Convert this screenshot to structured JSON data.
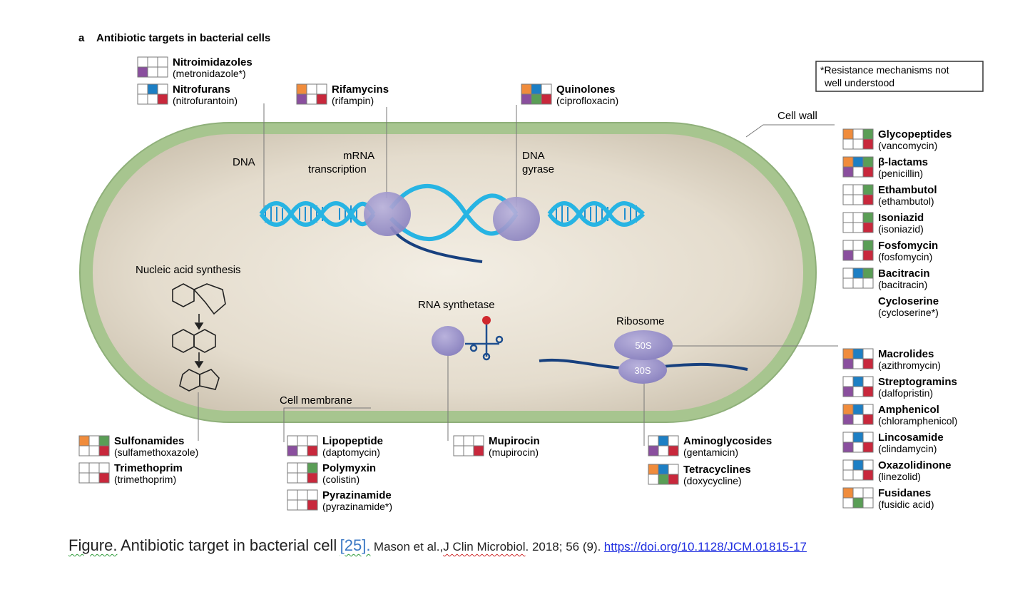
{
  "panel_label": "a",
  "title": "Antibiotic targets in bacterial cells",
  "note": [
    "*Resistance mechanisms not",
    "well understood"
  ],
  "cell_labels": {
    "cell_wall": "Cell wall",
    "cell_membrane": "Cell membrane",
    "dna": "DNA",
    "mrna": [
      "mRNA",
      "transcription"
    ],
    "dna_gyrase": [
      "DNA",
      "gyrase"
    ],
    "nucleic_acid_synthesis": "Nucleic acid synthesis",
    "rna_synthetase": "RNA synthetase",
    "ribosome": "Ribosome",
    "ribosome_50s": "50S",
    "ribosome_30s": "30S"
  },
  "mechanism_colors": {
    "orange": "#f08c3c",
    "blue": "#1d7fc4",
    "green": "#5a9e56",
    "purple": "#8a4f9e",
    "red": "#c8283c",
    "empty": "#ffffff",
    "grid_line": "#7a7a7a"
  },
  "drug_classes": [
    {
      "id": "nitroimidazoles",
      "name": "Nitroimidazoles",
      "example": "(metronidazole*)",
      "grid": [
        "",
        "",
        "",
        "purple",
        "",
        ""
      ]
    },
    {
      "id": "nitrofurans",
      "name": "Nitrofurans",
      "example": "(nitrofurantoin)",
      "grid": [
        "",
        "blue",
        "",
        "",
        "",
        "red"
      ]
    },
    {
      "id": "rifamycins",
      "name": "Rifamycins",
      "example": "(rifampin)",
      "grid": [
        "orange",
        "",
        "",
        "purple",
        "",
        "red"
      ]
    },
    {
      "id": "quinolones",
      "name": "Quinolones",
      "example": "(ciprofloxacin)",
      "grid": [
        "orange",
        "blue",
        "",
        "purple",
        "green",
        "red"
      ]
    },
    {
      "id": "glycopeptides",
      "name": "Glycopeptides",
      "example": "(vancomycin)",
      "grid": [
        "orange",
        "",
        "green",
        "",
        "",
        "red"
      ]
    },
    {
      "id": "beta-lactams",
      "name": "β-lactams",
      "example": "(penicillin)",
      "grid": [
        "orange",
        "blue",
        "green",
        "purple",
        "",
        "red"
      ]
    },
    {
      "id": "ethambutol",
      "name": "Ethambutol",
      "example": "(ethambutol)",
      "grid": [
        "",
        "",
        "green",
        "",
        "",
        "red"
      ]
    },
    {
      "id": "isoniazid",
      "name": "Isoniazid",
      "example": "(isoniazid)",
      "grid": [
        "",
        "",
        "green",
        "",
        "",
        "red"
      ]
    },
    {
      "id": "fosfomycin",
      "name": "Fosfomycin",
      "example": "(fosfomycin)",
      "grid": [
        "",
        "",
        "green",
        "purple",
        "",
        "red"
      ]
    },
    {
      "id": "bacitracin",
      "name": "Bacitracin",
      "example": "(bacitracin)",
      "grid": [
        "",
        "blue",
        "green",
        "",
        "",
        ""
      ]
    },
    {
      "id": "cycloserine",
      "name": "Cycloserine",
      "example": "(cycloserine*)",
      "grid": []
    },
    {
      "id": "macrolides",
      "name": "Macrolides",
      "example": "(azithromycin)",
      "grid": [
        "orange",
        "blue",
        "",
        "purple",
        "",
        "red"
      ]
    },
    {
      "id": "streptogramins",
      "name": "Streptogramins",
      "example": "(dalfopristin)",
      "grid": [
        "",
        "blue",
        "",
        "purple",
        "",
        "red"
      ]
    },
    {
      "id": "amphenicol",
      "name": "Amphenicol",
      "example": "(chloramphenicol)",
      "grid": [
        "orange",
        "blue",
        "",
        "purple",
        "",
        "red"
      ]
    },
    {
      "id": "lincosamide",
      "name": "Lincosamide",
      "example": "(clindamycin)",
      "grid": [
        "",
        "blue",
        "",
        "purple",
        "",
        "red"
      ]
    },
    {
      "id": "oxazolidinone",
      "name": "Oxazolidinone",
      "example": "(linezolid)",
      "grid": [
        "",
        "blue",
        "",
        "",
        "",
        "red"
      ]
    },
    {
      "id": "fusidanes",
      "name": "Fusidanes",
      "example": "(fusidic acid)",
      "grid": [
        "orange",
        "",
        "",
        "",
        "green",
        ""
      ]
    },
    {
      "id": "sulfonamides",
      "name": "Sulfonamides",
      "example": "(sulfamethoxazole)",
      "grid": [
        "orange",
        "",
        "green",
        "",
        "",
        "red"
      ]
    },
    {
      "id": "trimethoprim",
      "name": "Trimethoprim",
      "example": "(trimethoprim)",
      "grid": [
        "",
        "",
        "",
        "",
        "",
        "red"
      ]
    },
    {
      "id": "lipopeptide",
      "name": "Lipopeptide",
      "example": "(daptomycin)",
      "grid": [
        "",
        "",
        "",
        "purple",
        "",
        "red"
      ]
    },
    {
      "id": "polymyxin",
      "name": "Polymyxin",
      "example": "(colistin)",
      "grid": [
        "",
        "",
        "green",
        "",
        "",
        "red"
      ]
    },
    {
      "id": "pyrazinamide",
      "name": "Pyrazinamide",
      "example": "(pyrazinamide*)",
      "grid": [
        "",
        "",
        "",
        "",
        "",
        "red"
      ]
    },
    {
      "id": "mupirocin",
      "name": "Mupirocin",
      "example": "(mupirocin)",
      "grid": [
        "",
        "",
        "",
        "",
        "",
        "red"
      ]
    },
    {
      "id": "aminoglycosides",
      "name": "Aminoglycosides",
      "example": "(gentamicin)",
      "grid": [
        "",
        "blue",
        "",
        "purple",
        "",
        "red"
      ]
    },
    {
      "id": "tetracyclines",
      "name": "Tetracyclines",
      "example": "(doxycycline)",
      "grid": [
        "orange",
        "blue",
        "",
        "",
        "green",
        "red"
      ]
    }
  ],
  "caption": {
    "figure_label": "Figure.",
    "text": "Antibiotic target in bacterial cell",
    "ref": "[25].",
    "citation_pre": "Mason et al.,",
    "journal": "J Clin Microbiol",
    "citation_post": ". 2018; 56 (9).",
    "doi": "https://doi.org/10.1128/JCM.01815-17"
  }
}
